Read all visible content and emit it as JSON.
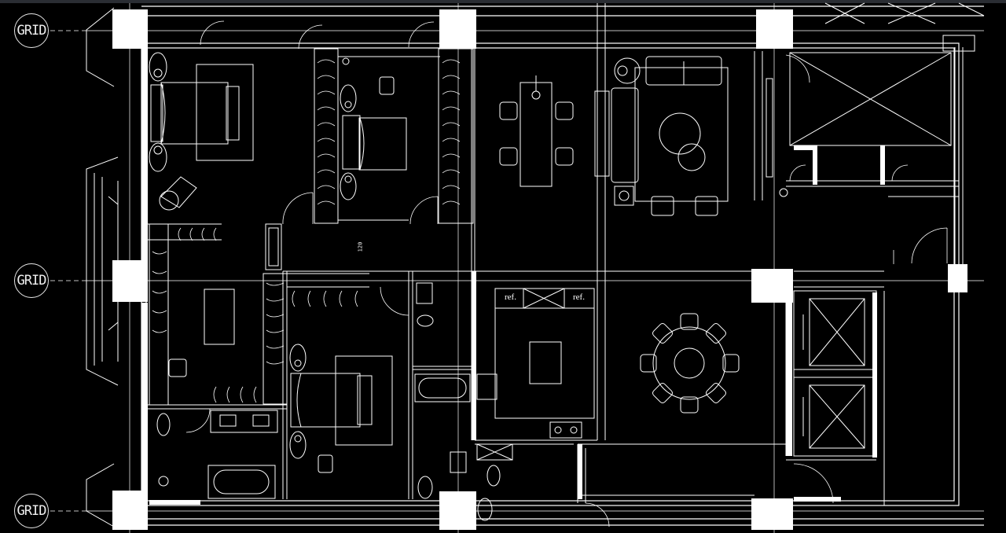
{
  "colors": {
    "background": "#000000",
    "line": "#ffffff",
    "column_fill": "#ffffff",
    "toolbar": "#2a2d33"
  },
  "grid_labels": [
    "GRID",
    "GRID",
    "GRID"
  ],
  "appliance_labels": [
    "ref.",
    "ref."
  ],
  "dimension_label": "120"
}
